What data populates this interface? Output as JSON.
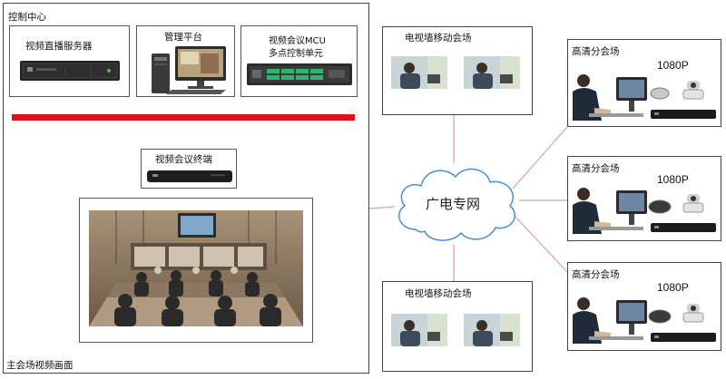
{
  "control_center": {
    "title": "控制中心",
    "servers": [
      {
        "label": "视频直播服务器"
      },
      {
        "label": "管理平台"
      },
      {
        "label_line1": "视频会议MCU",
        "label_line2": "多点控制单元"
      }
    ],
    "terminal_label": "视频会议终端",
    "main_venue_label": "主会场视频画面"
  },
  "network": {
    "label": "广电专网"
  },
  "mobile_venues": [
    {
      "label": "电视墙移动会场"
    },
    {
      "label": "电视墙移动会场"
    }
  ],
  "hd_venues": [
    {
      "label": "高清分会场",
      "resolution": "1080P"
    },
    {
      "label": "高清分会场",
      "resolution": "1080P"
    },
    {
      "label": "高清分会场",
      "resolution": "1080P"
    }
  ],
  "colors": {
    "bus": "#d9141e",
    "link": "#e0a0a0",
    "vline": "#c06070",
    "cloud_stroke": "#4a90c8"
  }
}
